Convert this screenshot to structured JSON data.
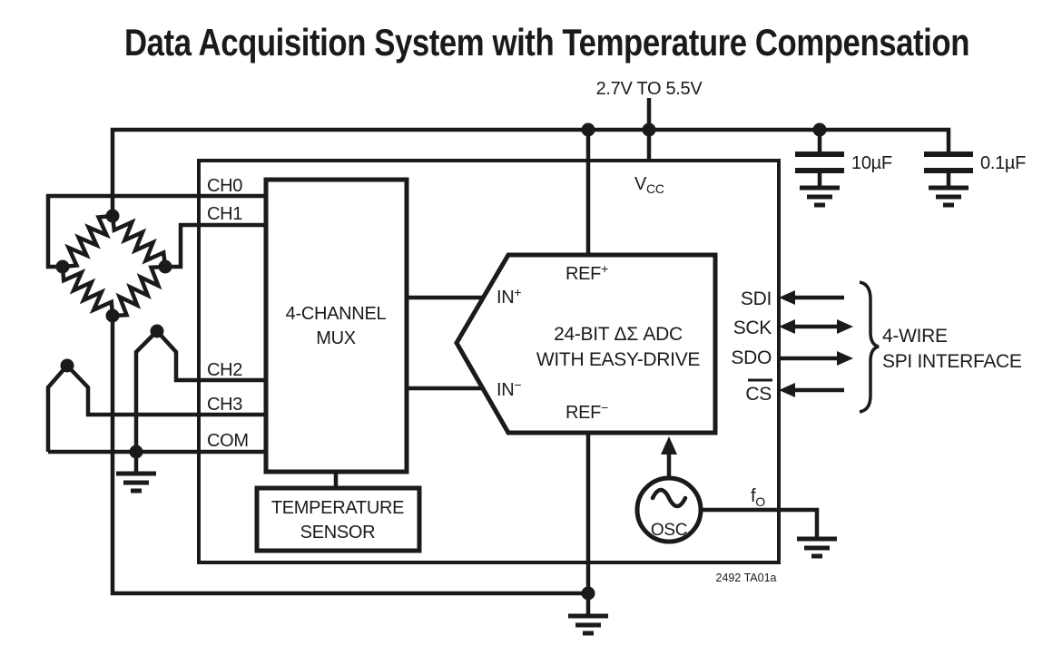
{
  "title": "Data Acquisition System with Temperature Compensation",
  "supply_label": "2.7V TO 5.5V",
  "capacitors": {
    "bulk": "10µF",
    "bypass": "0.1µF"
  },
  "left_pins": {
    "ch0": "CH0",
    "ch1": "CH1",
    "ch2": "CH2",
    "ch3": "CH3",
    "com": "COM"
  },
  "power_pin": {
    "base": "V",
    "sub": "CC"
  },
  "mux": {
    "line1": "4-CHANNEL",
    "line2": "MUX"
  },
  "temp_sensor": {
    "line1": "TEMPERATURE",
    "line2": "SENSOR"
  },
  "adc": {
    "line1": "24-BIT ΔΣ ADC",
    "line2": "WITH EASY-DRIVE",
    "ref_plus": {
      "base": "REF",
      "sup": "+"
    },
    "ref_minus": {
      "base": "REF",
      "sup": "−"
    },
    "in_plus": {
      "base": "IN",
      "sup": "+"
    },
    "in_minus": {
      "base": "IN",
      "sup": "−"
    }
  },
  "osc": {
    "label": "OSC",
    "pin": {
      "base": "f",
      "sub": "O"
    }
  },
  "spi": {
    "sdi": "SDI",
    "sck": "SCK",
    "sdo": "SDO",
    "cs": "CS",
    "brace_line1": "4-WIRE",
    "brace_line2": "SPI INTERFACE"
  },
  "figure_id": "2492 TA01a",
  "colors": {
    "ink": "#1a1a1a",
    "background": "#ffffff"
  }
}
